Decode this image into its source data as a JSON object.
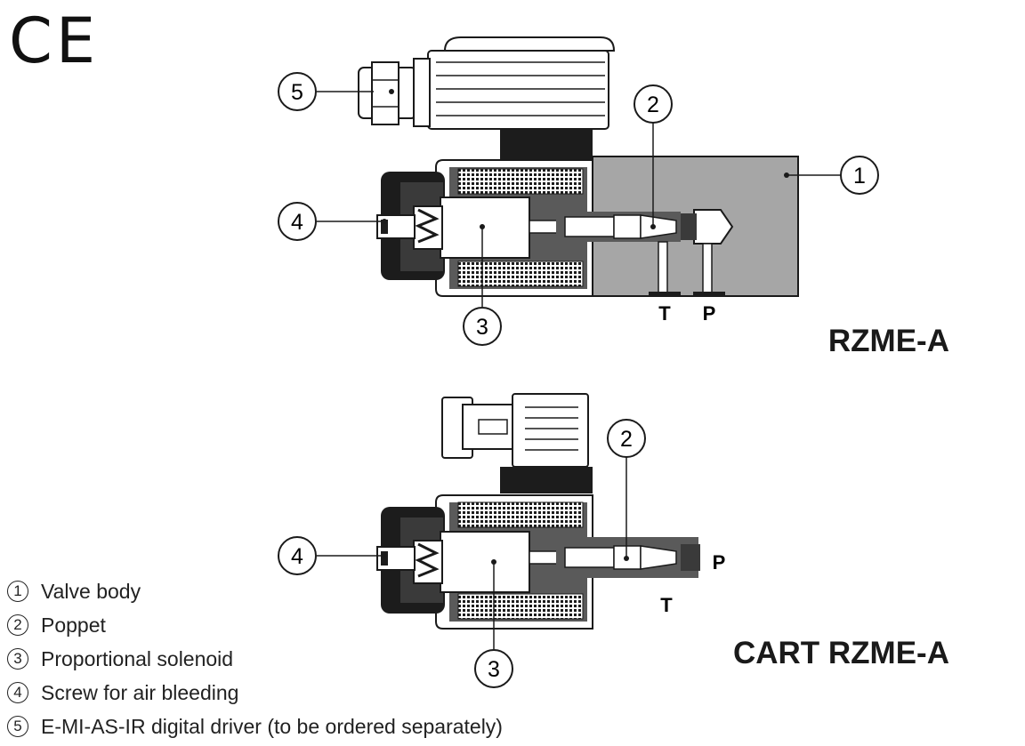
{
  "mark": "CE",
  "top_diagram": {
    "title": "RZME-A",
    "callouts": [
      "5",
      "4",
      "2",
      "1",
      "3"
    ],
    "port_labels": [
      "T",
      "P"
    ]
  },
  "bottom_diagram": {
    "title": "CART RZME-A",
    "callouts": [
      "4",
      "2",
      "3"
    ],
    "port_labels": [
      "P",
      "T"
    ]
  },
  "legend": [
    {
      "number": "1",
      "label": "Valve body"
    },
    {
      "number": "2",
      "label": "Poppet"
    },
    {
      "number": "3",
      "label": "Proportional solenoid"
    },
    {
      "number": "4",
      "label": "Screw for air bleeding"
    },
    {
      "number": "5",
      "label": "E-MI-AS-IR digital driver (to be ordered separately)"
    }
  ],
  "colors": {
    "body": "#a6a6a6",
    "dark": "#1c1c1c",
    "outline": "#1a1a1a",
    "callout_fill": "#ffffff"
  }
}
